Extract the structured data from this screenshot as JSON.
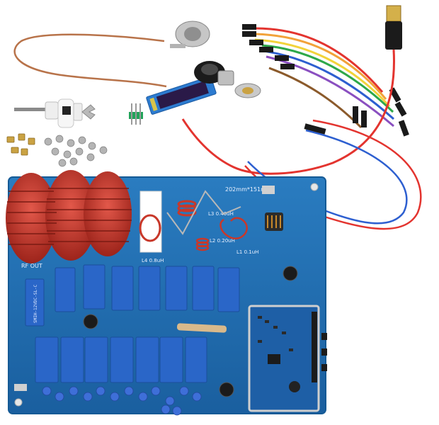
{
  "photo": {
    "board_labels": {
      "size_label": "202mm*151mm",
      "rf_out": "RF OUT",
      "l1": "L1 0.1uH",
      "l2": "L2 0.20uH",
      "l3": "L3 0.40uH",
      "l4": "L4 0.8uH",
      "relay_marking": "SMIH-12VDC-SL-C"
    },
    "colors": {
      "pcb": "#1f6fb3",
      "pcb_edge": "#155a95",
      "copper_coil": "#c8382a",
      "relay_blue": "#2a66c8",
      "wire_red": "#e3342f",
      "wire_blue": "#2d5fd0"
    },
    "icons": [
      "toroid-icon",
      "relay-icon",
      "jumper-wire-icon",
      "rf-connector-icon",
      "oled-display-icon",
      "wing-nut-icon",
      "dc-barrel-plug-icon"
    ]
  }
}
